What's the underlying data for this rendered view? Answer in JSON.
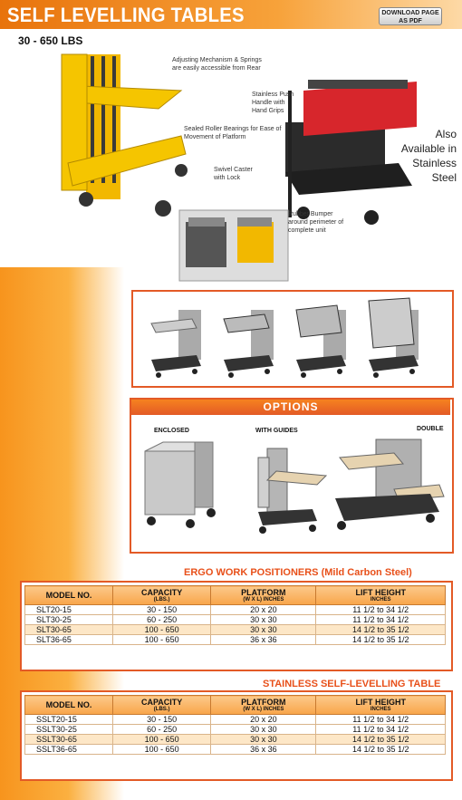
{
  "header": {
    "title": "SELF LEVELLING TABLES",
    "download_label": "DOWNLOAD PAGE AS PDF",
    "subtitle": "30 - 650 LBS"
  },
  "callouts": {
    "adjusting": "Adjusting Mechanism & Springs are easily accessible from Rear",
    "bearings": "Sealed Roller Bearings for Ease of Movement of Platform",
    "caster": "Swivel Caster with Lock",
    "push_handle": "Stainless Push Handle with Hand Grips",
    "bumper": "Rubber Bumper around perimeter of complete unit",
    "also": "Also Available in Stainless Steel"
  },
  "options": {
    "title": "OPTIONS",
    "enclosed": "ENCLOSED",
    "guides": "WITH GUIDES",
    "double": "DOUBLE"
  },
  "ergo": {
    "title": "ERGO WORK POSITIONERS (Mild Carbon Steel)",
    "headers": [
      "MODEL NO.",
      "CAPACITY",
      "PLATFORM",
      "LIFT HEIGHT"
    ],
    "units": [
      "",
      "(LBS.)",
      "(W X L) INCHES",
      "INCHES"
    ],
    "rows": [
      [
        "SLT20-15",
        "30 - 150",
        "20 x 20",
        "11 1/2 to 34 1/2"
      ],
      [
        "SLT30-25",
        "60 - 250",
        "30 x 30",
        "11 1/2 to 34 1/2"
      ],
      [
        "SLT30-65",
        "100 - 650",
        "30 x 30",
        "14 1/2 to 35 1/2"
      ],
      [
        "SLT36-65",
        "100 - 650",
        "36 x 36",
        "14 1/2 to 35 1/2"
      ]
    ]
  },
  "stainless": {
    "title": "STAINLESS SELF-LEVELLING TABLE",
    "headers": [
      "MODEL NO.",
      "CAPACITY",
      "PLATFORM",
      "LIFT HEIGHT"
    ],
    "units": [
      "",
      "(LBS.)",
      "(W X L) INCHES",
      "INCHES"
    ],
    "rows": [
      [
        "SSLT20-15",
        "30 - 150",
        "20 x 20",
        "11 1/2 to 34 1/2"
      ],
      [
        "SSLT30-25",
        "60 - 250",
        "30 x 30",
        "11 1/2 to 34 1/2"
      ],
      [
        "SSLT30-65",
        "100 - 650",
        "30 x 30",
        "14 1/2 to 35 1/2"
      ],
      [
        "SSLT36-65",
        "100 - 650",
        "36 x 36",
        "14 1/2 to 35 1/2"
      ]
    ]
  },
  "colors": {
    "accent": "#e35a26",
    "header_orange": "#f7941d",
    "yellow_cart": "#f5c000",
    "red_tray": "#d7262c"
  }
}
